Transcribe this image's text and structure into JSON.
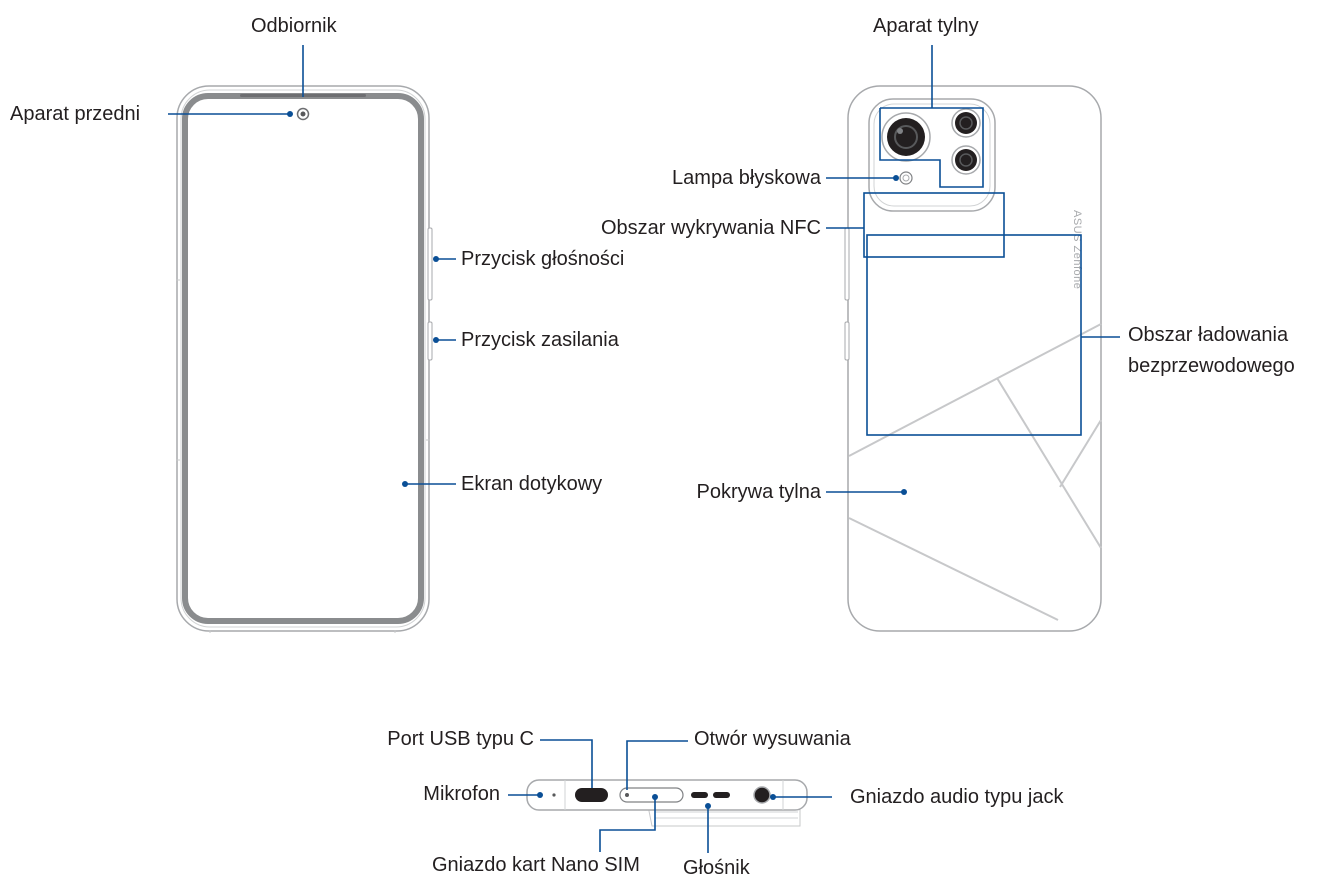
{
  "labels": {
    "odbiornik": "Odbiornik",
    "aparat_przedni": "Aparat przedni",
    "przycisk_glosnosci": "Przycisk głośności",
    "przycisk_zasilania": "Przycisk zasilania",
    "ekran_dotykowy": "Ekran dotykowy",
    "aparat_tylny": "Aparat tylny",
    "lampa_blyskowa": "Lampa błyskowa",
    "obszar_nfc": "Obszar wykrywania NFC",
    "obszar_ladowania_1": "Obszar ładowania",
    "obszar_ladowania_2": "bezprzewodowego",
    "pokrywa_tylna": "Pokrywa tylna",
    "port_usb": "Port USB typu C",
    "otwor_wysuwania": "Otwór wysuwania",
    "mikrofon": "Mikrofon",
    "gniazdo_audio": "Gniazdo audio typu jack",
    "gniazdo_sim": "Gniazdo kart Nano SIM",
    "glosnik": "Głośnik"
  },
  "brand_text": "ASUS Zenfone",
  "colors": {
    "callout": "#0a4f96",
    "outline": "#8a8c8e",
    "light_outline": "#c7c8ca",
    "text": "#231f20",
    "lens": "#231f20"
  }
}
